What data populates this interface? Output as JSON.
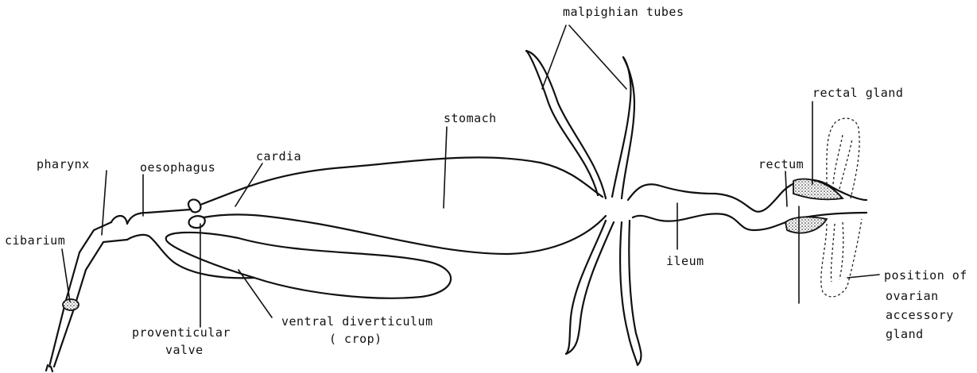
{
  "labels": {
    "malpighian_tubes": "malpighian tubes",
    "rectal_gland": "rectal gland",
    "stomach": "stomach",
    "rectum": "rectum",
    "pharynx": "pharynx",
    "oesophagus": "oesophagus",
    "cardia": "cardia",
    "cibarium": "cibarium",
    "ileum": "ileum",
    "proventicular_valve_line1": "proventicular",
    "proventicular_valve_line2": "valve",
    "ventral_diverticulum_line1": "ventral diverticulum",
    "ventral_diverticulum_line2": "( crop)",
    "ovarian_gland_line1": "position of",
    "ovarian_gland_line2": "ovarian",
    "ovarian_gland_line3": "accessory",
    "ovarian_gland_line4": "gland"
  },
  "colors": {
    "ink": "#111111",
    "paper": "#ffffff"
  }
}
